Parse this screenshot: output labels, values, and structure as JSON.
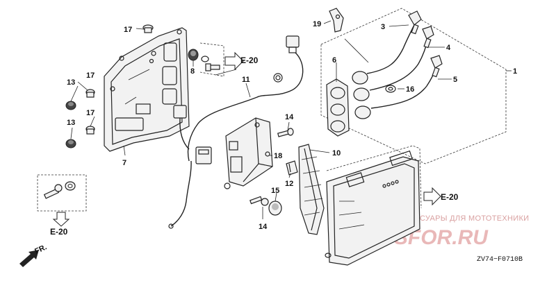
{
  "callouts": {
    "c1": "1",
    "c3": "3",
    "c4": "4",
    "c5": "5",
    "c6": "6",
    "c7": "7",
    "c8": "8",
    "c10": "10",
    "c11": "11",
    "c12": "12",
    "c13a": "13",
    "c13b": "13",
    "c14a": "14",
    "c14b": "14",
    "c15": "15",
    "c16": "16",
    "c17a": "17",
    "c17b": "17",
    "c17c": "17",
    "c18": "18",
    "c19": "19"
  },
  "refs": {
    "ref_top": "E-20",
    "ref_right": "E-20",
    "ref_bottom_left": "E-20"
  },
  "direction_label": "FR.",
  "diagram_code": "ZV74−F0710B",
  "watermark": {
    "tagline": "ЗАПЧАСТИ И АКСЕССУАРЫ ДЛЯ МОТОТЕХНИКИ",
    "brand": "PARTSFOR.RU"
  }
}
